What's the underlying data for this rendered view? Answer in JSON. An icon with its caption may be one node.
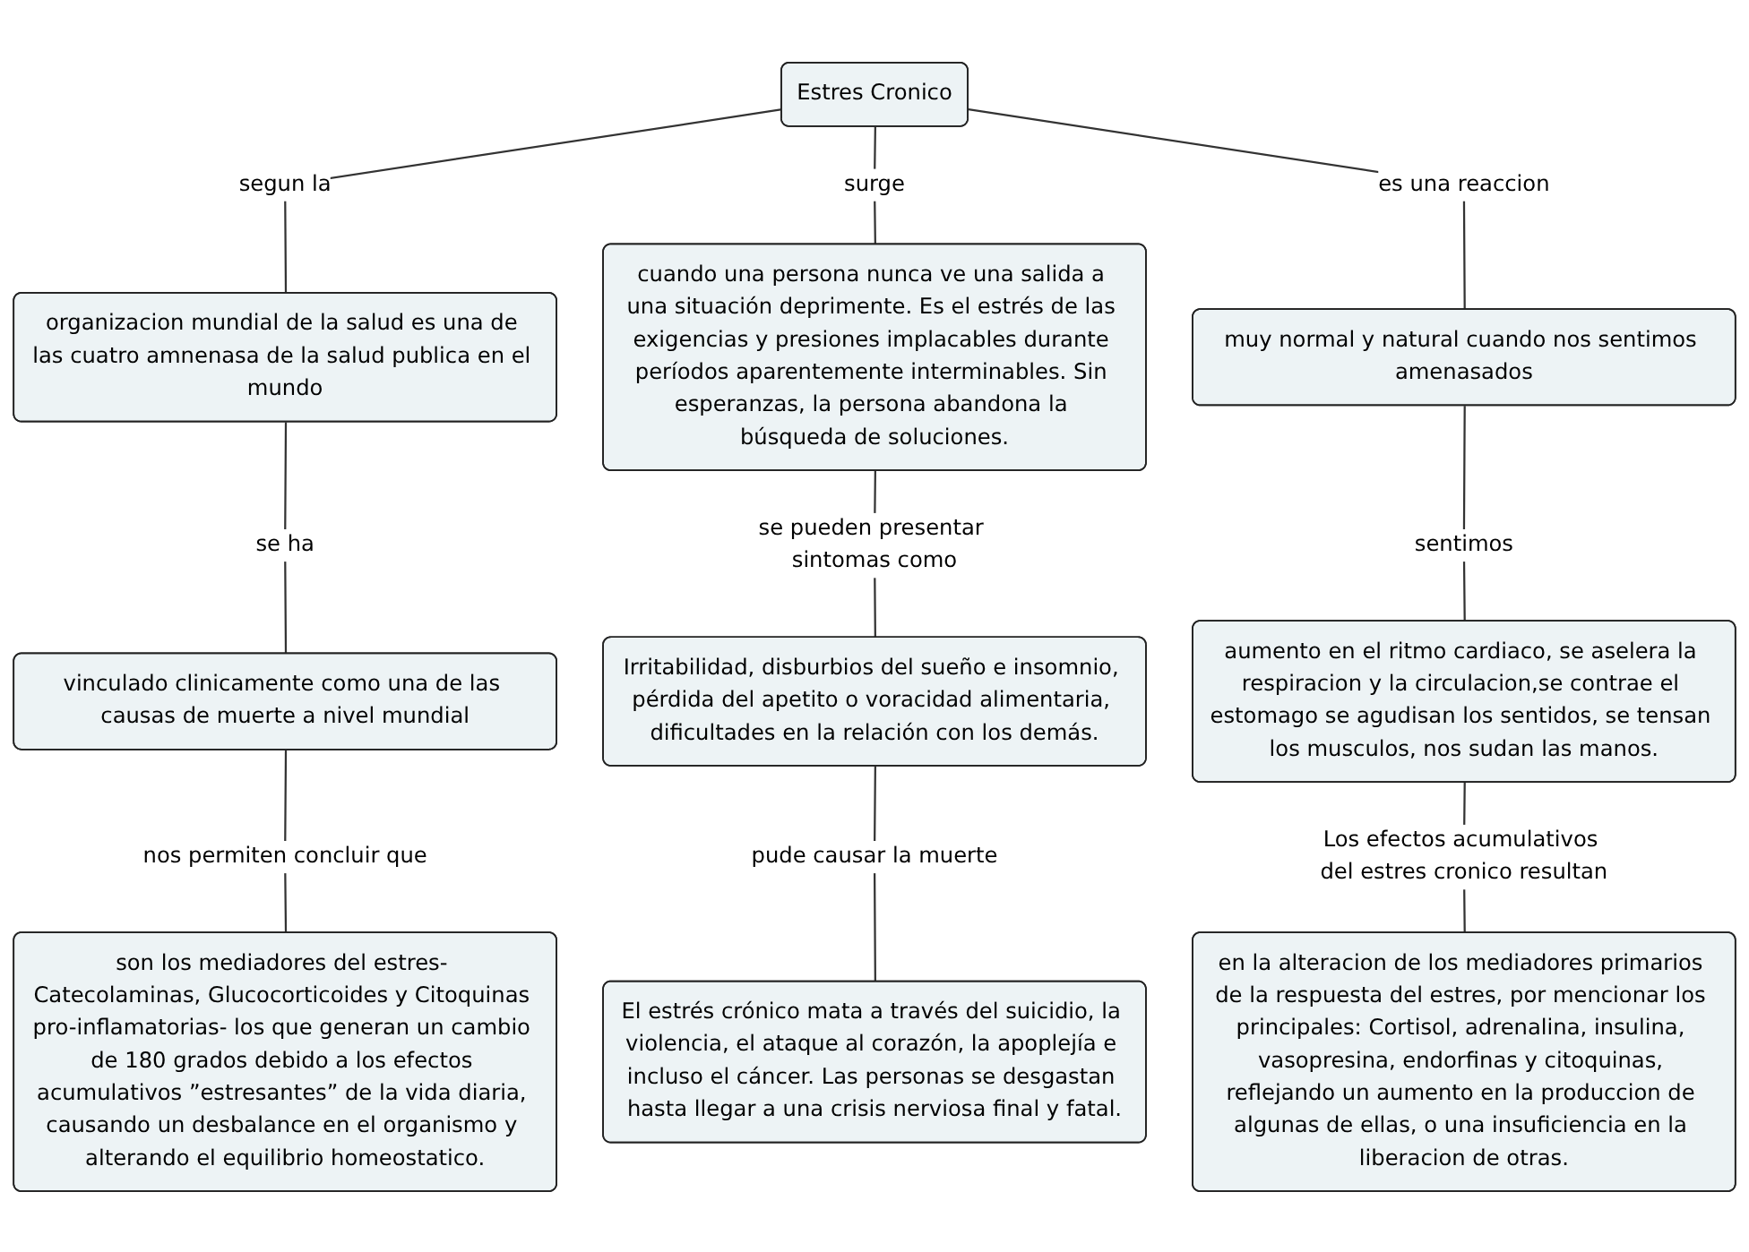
{
  "diagram": {
    "nodes": [
      {
        "text": [
          "Estres Cronico"
        ]
      },
      {
        "text": [
          "organizacion mundial de la salud es una de las cuatro amnenasa de la salud publica en el mundo"
        ]
      },
      {
        "text": [
          "cuando una persona nunca ve una salida a una situación deprimente. Es el estrés de las exigencias y presiones implacables durante períodos aparentemente interminables. Sin esperanzas, la persona abandona la búsqueda de soluciones."
        ]
      },
      {
        "text": [
          "muy normal y natural cuando nos sentimos amenasados"
        ]
      },
      {
        "text": [
          "vinculado clinicamente como una de las causas de muerte a nivel mundial"
        ]
      },
      {
        "text": [
          "Irritabilidad, disburbios del sueño e insomnio, pérdida del apetito o voracidad alimentaria, dificultades en la relación con los demás."
        ]
      },
      {
        "text": [
          "aumento en el ritmo cardiaco, se aselera la respiracion y la circulacion,se contrae el estomago se agudisan los sentidos, se tensan los musculos, nos sudan las manos."
        ]
      },
      {
        "text": [
          "son los mediadores del estres- Catecolaminas, Glucocorticoides y Citoquinas pro-inflamatorias- los que generan un cambio de 180 grados debido a los efectos acumulativos ”estresantes” de la vida diaria, causando un desbalance en el organismo y alterando el equilibrio homeostatico."
        ]
      },
      {
        "text": [
          "El estrés crónico mata a través del suicidio, la violencia, el ataque al corazón, la apoplejía e incluso el cáncer. Las personas se desgastan hasta llegar a una crisis nerviosa final y fatal."
        ]
      },
      {
        "text": [
          "en la alteracion de los mediadores primarios de la respuesta del estres, por mencionar los principales: Cortisol, adrenalina, insulina, vasopresina, endorfinas y citoquinas, reflejando un aumento en la produccion de algunas de ellas, o una insuficiencia en la liberacion de otras."
        ]
      }
    ],
    "edges": [
      {
        "from": 0,
        "to": 1,
        "arrow": "none",
        "label": "segun la"
      },
      {
        "from": 0,
        "to": 2,
        "arrow": "none",
        "label": "surge"
      },
      {
        "from": 0,
        "to": 3,
        "arrow": "none",
        "label": "es una reaccion"
      },
      {
        "from": 1,
        "to": 4,
        "arrow": "none",
        "label": "se ha"
      },
      {
        "from": 2,
        "to": 5,
        "arrow": "none",
        "label": "se pueden presentar sintomas como"
      },
      {
        "from": 3,
        "to": 6,
        "arrow": "none",
        "label": "sentimos"
      },
      {
        "from": 4,
        "to": 7,
        "arrow": "none",
        "label": "nos permiten concluir que"
      },
      {
        "from": 5,
        "to": 8,
        "arrow": "none",
        "label": "pude causar la muerte"
      },
      {
        "from": 6,
        "to": 9,
        "arrow": "none",
        "label": "Los efectos acumulativos del estres cronico resultan"
      }
    ]
  }
}
